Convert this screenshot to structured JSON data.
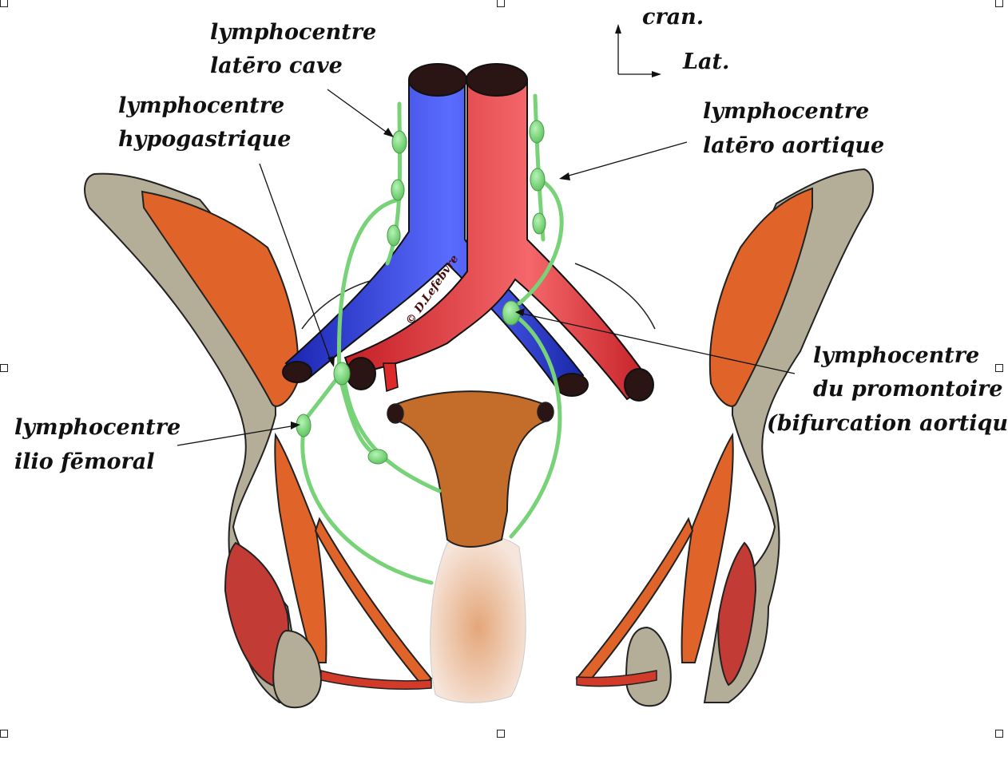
{
  "orientation": {
    "cranial": "cran.",
    "lateral": "Lat."
  },
  "labels": {
    "latero_cave": [
      "lymphocentre",
      "latēro cave"
    ],
    "hypogastrique": [
      "lymphocentre",
      "hypogastrique"
    ],
    "latero_aortique": [
      "lymphocentre",
      "latēro aortique"
    ],
    "promontoire": [
      "lymphocentre",
      "du promontoire",
      "(bifurcation aortique)"
    ],
    "ilio_femoral": [
      "lymphocentre",
      "ilio fēmoral"
    ]
  },
  "watermark": "© D.Lefebvre",
  "colors": {
    "vena_cava": "#2233cc",
    "aorta": "#dd2a2a",
    "lymph": "#78d278",
    "muscle": "#e0632a",
    "bone": "#b4ae98",
    "muscle_dark": "#c23b35",
    "uterus": "#c46c2a",
    "vagina": "#e8b590"
  }
}
